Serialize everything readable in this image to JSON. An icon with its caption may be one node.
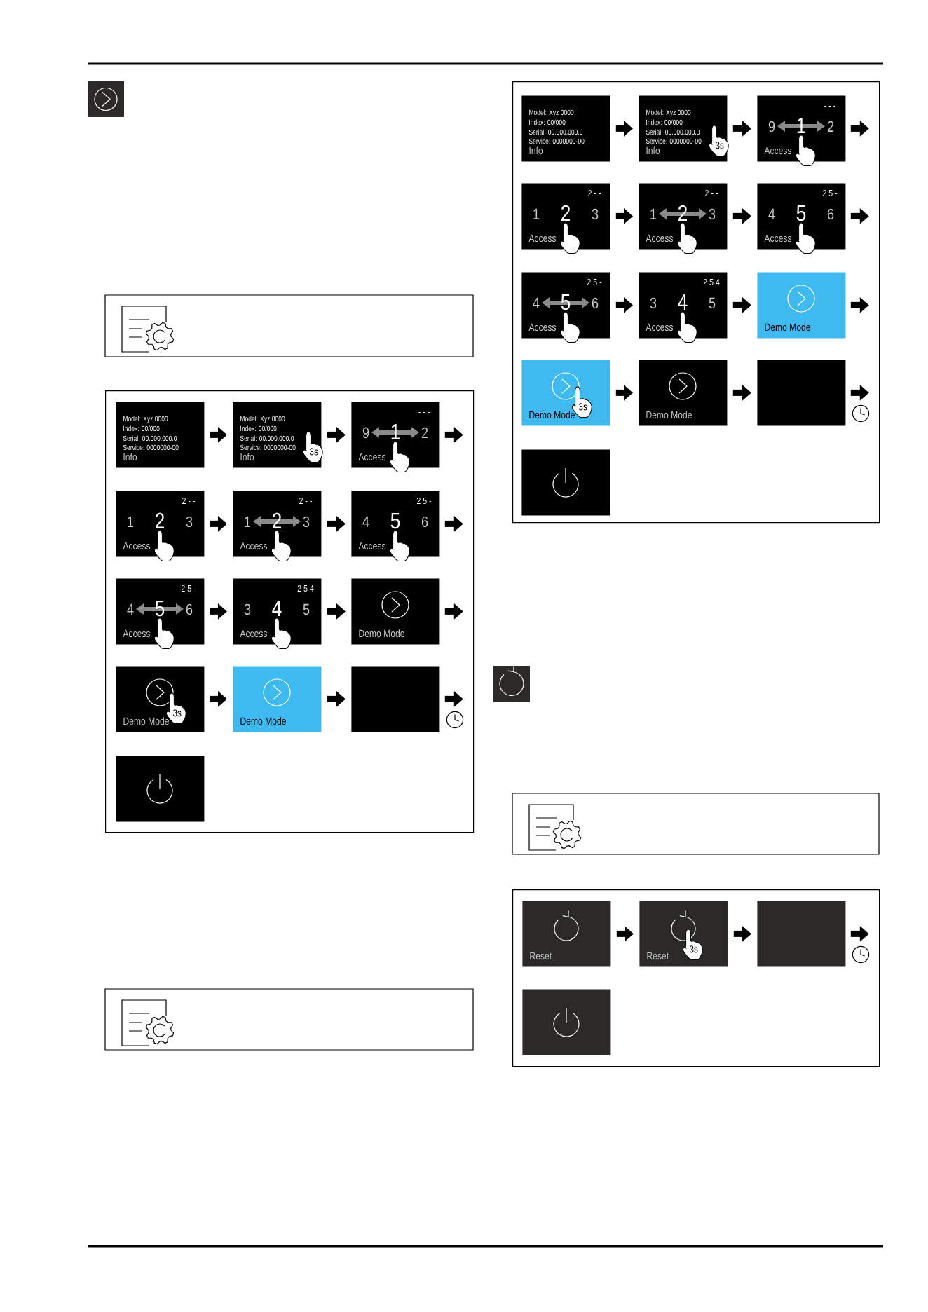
{
  "diagram": {
    "nodes": [
      {
        "text": [],
        "shape": "box"
      },
      {
        "text": [
          "Model: Xyz 0000",
          "Index: 00/000",
          "Serial: 00.000.000.0",
          "Service: 0000000-00",
          "Info"
        ],
        "in": 0
      },
      {
        "text": [
          "Model: Xyz 0000",
          "Index: 00/000",
          "Serial: 00.000.000.0",
          "Service: 0000000-00",
          "Info"
        ],
        "in": 0
      },
      {
        "text": [
          "- - -",
          "9",
          "1",
          "2",
          "Access"
        ],
        "in": 0
      },
      {
        "text": [
          "2 - -",
          "1",
          "2",
          "3",
          "Access"
        ],
        "in": 0
      },
      {
        "text": [
          "2 - -",
          "1",
          "2",
          "3",
          "Access"
        ],
        "in": 0
      },
      {
        "text": [
          "2 5 -",
          "4",
          "5",
          "6",
          "Access"
        ],
        "in": 0
      },
      {
        "text": [
          "2 5 -",
          "4",
          "5",
          "6",
          "Access"
        ],
        "in": 0
      },
      {
        "text": [
          "2 5 4",
          "3",
          "4",
          "5",
          "Access"
        ],
        "in": 0
      },
      {
        "text": [
          "Demo Mode"
        ],
        "in": 0
      },
      {
        "text": [
          "Demo Mode"
        ],
        "in": 0
      },
      {
        "text": [
          "Demo Mode"
        ],
        "in": 0
      },
      {
        "text": [],
        "shape": "box",
        "in": 0
      },
      {
        "text": [],
        "shape": "box",
        "in": 0
      },
      {
        "text": [],
        "shape": "box"
      },
      {
        "text": [
          "Model: Xyz 0000",
          "Index: 00/000",
          "Serial: 00.000.000.0",
          "Service: 0000000-00",
          "Info"
        ],
        "in": 14
      },
      {
        "text": [
          "Model: Xyz 0000",
          "Index: 00/000",
          "Serial: 00.000.000.0",
          "Service: 0000000-00",
          "Info"
        ],
        "in": 14
      },
      {
        "text": [
          "- - -",
          "9",
          "1",
          "2",
          "Access"
        ],
        "in": 14
      },
      {
        "text": [
          "2 - -",
          "1",
          "2",
          "3",
          "Access"
        ],
        "in": 14
      },
      {
        "text": [
          "2 - -",
          "1",
          "2",
          "3",
          "Access"
        ],
        "in": 14
      },
      {
        "text": [
          "2 5 -",
          "4",
          "5",
          "6",
          "Access"
        ],
        "in": 14
      },
      {
        "text": [
          "2 5 -",
          "4",
          "5",
          "6",
          "Access"
        ],
        "in": 14
      },
      {
        "text": [
          "2 5 4",
          "3",
          "4",
          "5",
          "Access"
        ],
        "in": 14
      },
      {
        "text": [
          "Demo Mode"
        ],
        "in": 14
      },
      {
        "text": [
          "Demo Mode"
        ],
        "in": 14
      },
      {
        "text": [
          "Demo Mode"
        ],
        "in": 14
      },
      {
        "text": [],
        "shape": "box",
        "in": 14
      },
      {
        "text": [],
        "shape": "box",
        "in": 14
      },
      {
        "text": [],
        "shape": "box"
      },
      {
        "text": [
          "Reset"
        ],
        "in": 28
      },
      {
        "text": [
          "Reset"
        ],
        "in": 28
      },
      {
        "text": [],
        "shape": "box",
        "in": 28
      },
      {
        "text": [],
        "shape": "box",
        "in": 28
      }
    ],
    "edges": [
      {
        "from": 1,
        "to": 2,
        "arrow": "to"
      },
      {
        "from": 2,
        "to": 3,
        "arrow": "to"
      },
      {
        "from": 3,
        "to": null,
        "arrow": "to"
      },
      {
        "from": 4,
        "to": 5,
        "arrow": "to"
      },
      {
        "from": 5,
        "to": 6,
        "arrow": "to"
      },
      {
        "from": 6,
        "to": null,
        "arrow": "to"
      },
      {
        "from": 7,
        "to": 8,
        "arrow": "to"
      },
      {
        "from": 8,
        "to": 9,
        "arrow": "to"
      },
      {
        "from": 9,
        "to": null,
        "arrow": "to"
      },
      {
        "from": 10,
        "to": 11,
        "arrow": "to"
      },
      {
        "from": 11,
        "to": 12,
        "arrow": "to"
      },
      {
        "from": 12,
        "to": null,
        "arrow": "to"
      },
      {
        "from": 15,
        "to": 16,
        "arrow": "to"
      },
      {
        "from": 16,
        "to": 17,
        "arrow": "to"
      },
      {
        "from": 17,
        "to": null,
        "arrow": "to"
      },
      {
        "from": 18,
        "to": 19,
        "arrow": "to"
      },
      {
        "from": 19,
        "to": 20,
        "arrow": "to"
      },
      {
        "from": 20,
        "to": null,
        "arrow": "to"
      },
      {
        "from": 21,
        "to": 22,
        "arrow": "to"
      },
      {
        "from": 22,
        "to": 23,
        "arrow": "to"
      },
      {
        "from": 23,
        "to": null,
        "arrow": "to"
      },
      {
        "from": 24,
        "to": 25,
        "arrow": "to"
      },
      {
        "from": 25,
        "to": 26,
        "arrow": "to"
      },
      {
        "from": 26,
        "to": null,
        "arrow": "to"
      },
      {
        "from": 29,
        "to": 30,
        "arrow": "to"
      },
      {
        "from": 30,
        "to": 31,
        "arrow": "to"
      },
      {
        "from": 31,
        "to": null,
        "arrow": "to"
      }
    ],
    "labels": [
      "3s",
      "3s",
      "3s",
      "3s",
      "3s"
    ]
  }
}
